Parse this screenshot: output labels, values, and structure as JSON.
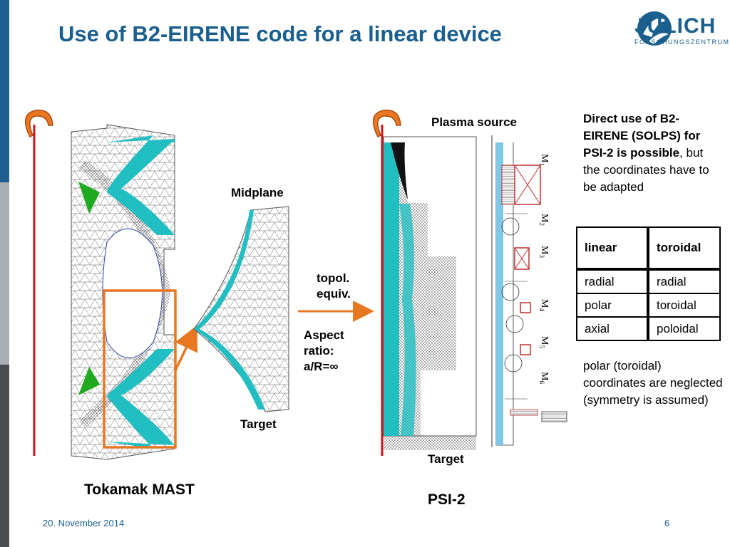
{
  "title": "Use of B2-EIRENE code for a linear device",
  "logo": {
    "name": "JÜLICH",
    "subtitle": "FORSCHUNGSZENTRUM"
  },
  "labels": {
    "midplane": "Midplane",
    "topol": "topol.",
    "equiv": "equiv.",
    "aspect1": "Aspect",
    "aspect2": "ratio:",
    "aspect3": "a/R=∞",
    "target_mast": "Target",
    "plasma_source": "Plasma source",
    "target_psi": "Target",
    "tokamak_mast": "Tokamak MAST",
    "psi2": "PSI-2"
  },
  "coil_labels": [
    "M1",
    "M2",
    "M3",
    "M4",
    "M5",
    "M6"
  ],
  "direct_text": {
    "bold": "Direct use of B2-EIRENE (SOLPS) for PSI-2 is possible",
    "normal": ", but the coordinates have to be adapted"
  },
  "table": {
    "headers": [
      "linear",
      "toroidal"
    ],
    "rows": [
      [
        "radial",
        "radial"
      ],
      [
        "polar",
        "toroidal"
      ],
      [
        "axial",
        "poloidal"
      ]
    ]
  },
  "polar_note": "polar  (toroidal) coordinates are neglected (symmetry is assumed)",
  "footer": {
    "date": "20. November 2014",
    "page": "6"
  },
  "colors": {
    "accent": "#1a5f8e",
    "mesh_cyan": "#22c4c8",
    "mesh_green": "#1faa1f",
    "axis_red": "#d0121b",
    "arrow_orange": "#e87722"
  }
}
